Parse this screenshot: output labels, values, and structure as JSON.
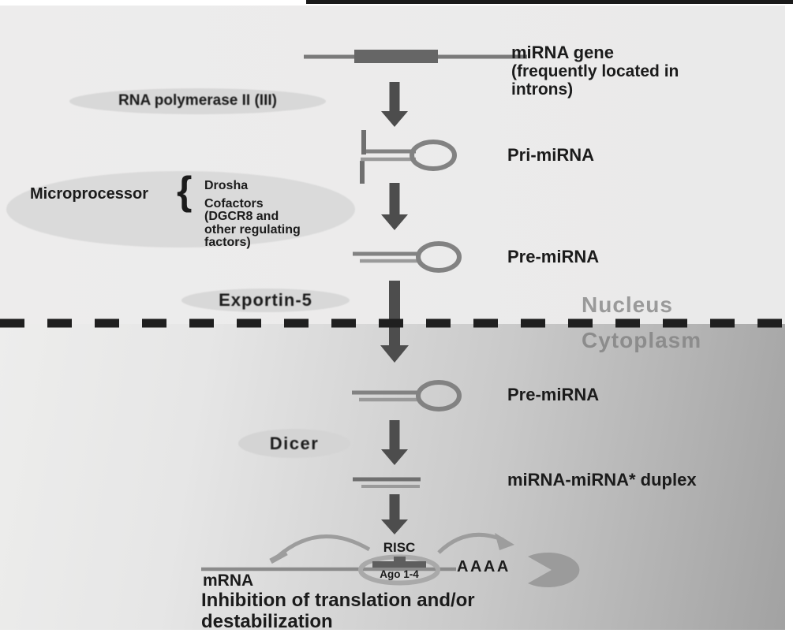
{
  "diagram": {
    "compartments": {
      "nucleus": "Nucleus",
      "cytoplasm": "Cytoplasm"
    },
    "gene": {
      "title": "miRNA gene",
      "subtitle": "(frequently located in\nintrons)"
    },
    "stages": {
      "pri_mirna": "Pri-miRNA",
      "pre_mirna_nucleus": "Pre-miRNA",
      "pre_mirna_cytoplasm": "Pre-miRNA",
      "duplex": "miRNA-miRNA* duplex"
    },
    "enzymes": {
      "rna_polymerase": "RNA polymerase II (III)",
      "microprocessor": {
        "label": "Microprocessor",
        "brace": "{",
        "component_1": "Drosha",
        "component_2": "Cofactors\n(DGCR8 and\nother regulating\nfactors)"
      },
      "exportin": "Exportin-5",
      "dicer": "Dicer"
    },
    "risc": {
      "label": "RISC",
      "ago": "Ago 1-4"
    },
    "mrna": {
      "label": "mRNA",
      "poly_a": "AAAA"
    },
    "outcome": "Inhibition of translation and/or\ndestabilization",
    "colors": {
      "nucleus_bg": "#ECECEC",
      "cytoplasm_gradient_left": "#EDEDEC",
      "cytoplasm_gradient_right": "#A2A2A2",
      "enzyme_ellipse_fill": "#D8D8D8",
      "arrow": "#4D4D4D",
      "membrane_dash": "#1F1F1F",
      "rna_stroke": "#828282",
      "gene_box": "#666666",
      "risc_ring": "#A9A9A9",
      "degradation_shape": "#9B9B9B",
      "compartment_label_text": "#9A9A9A",
      "text": "#1B1B1B"
    }
  }
}
